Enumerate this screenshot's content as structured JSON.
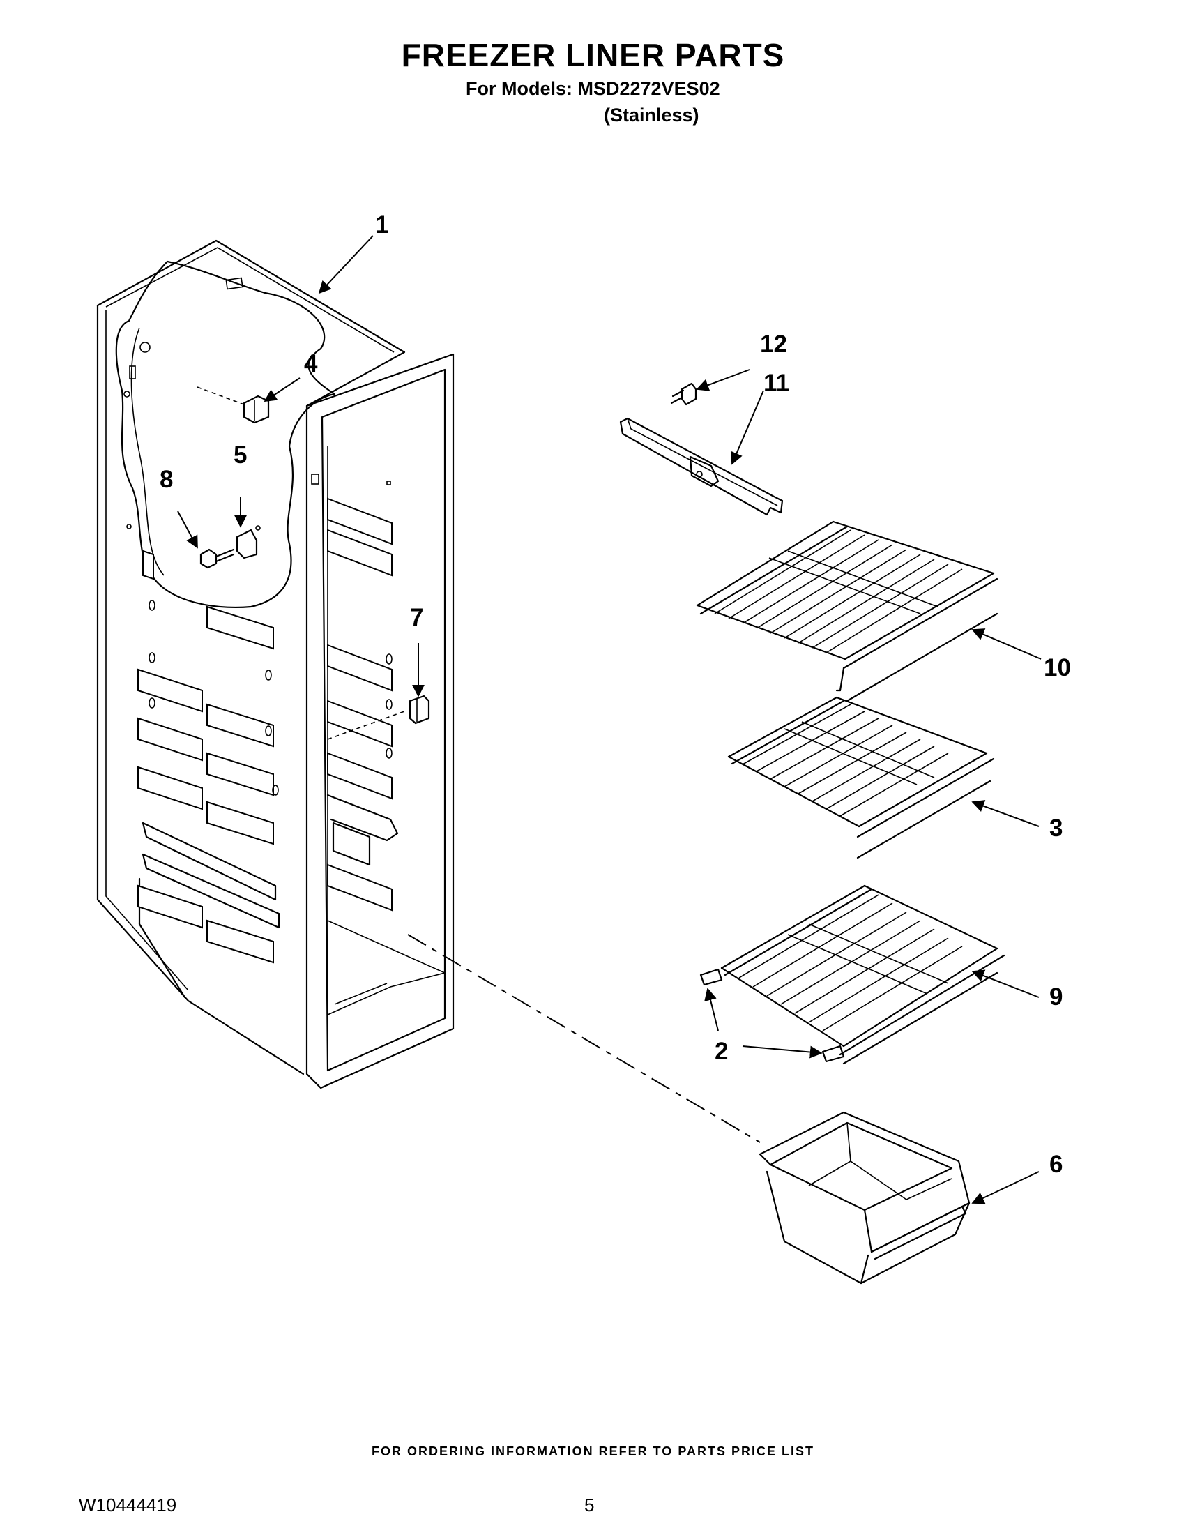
{
  "header": {
    "title": "FREEZER LINER PARTS",
    "models_line": "For Models: MSD2272VES02",
    "variant": "(Stainless)"
  },
  "callouts": [
    "1",
    "2",
    "3",
    "4",
    "5",
    "6",
    "7",
    "8",
    "9",
    "10",
    "11",
    "12"
  ],
  "footer": {
    "ordering_note": "FOR ORDERING INFORMATION REFER TO PARTS PRICE LIST",
    "doc_number": "W10444419",
    "page_number": "5"
  }
}
